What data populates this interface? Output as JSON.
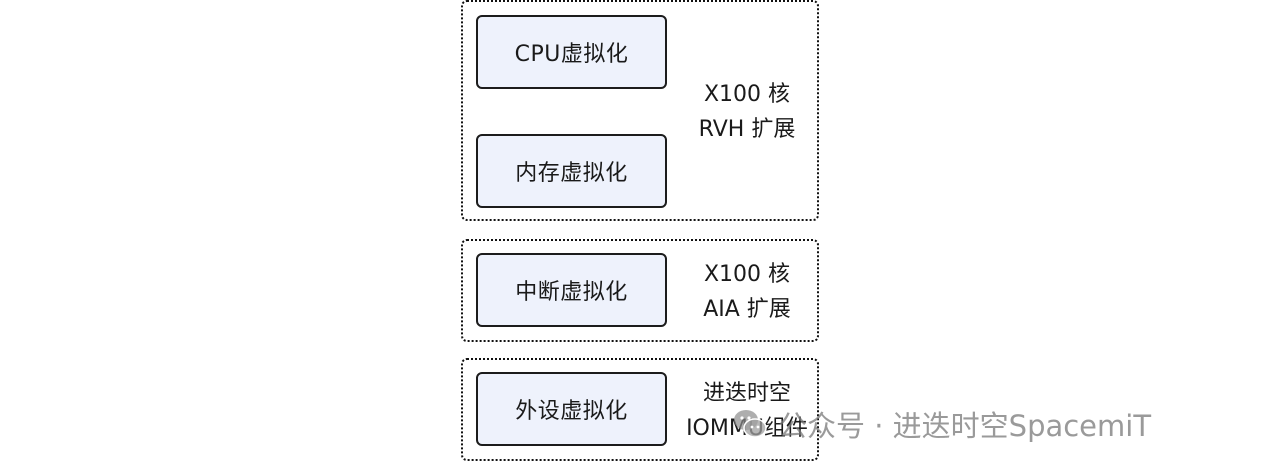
{
  "groups": [
    {
      "boxes": [
        "CPU虚拟化",
        "内存虚拟化"
      ],
      "label_lines": [
        "X100 核",
        "RVH 扩展"
      ]
    },
    {
      "boxes": [
        "中断虚拟化"
      ],
      "label_lines": [
        "X100 核",
        "AIA 扩展"
      ]
    },
    {
      "boxes": [
        "外设虚拟化"
      ],
      "label_lines": [
        "进迭时空",
        "IOMMU组件"
      ]
    }
  ],
  "watermark": {
    "text": "公众号 · 进迭时空SpacemiT",
    "icon": "wechat-icon"
  }
}
